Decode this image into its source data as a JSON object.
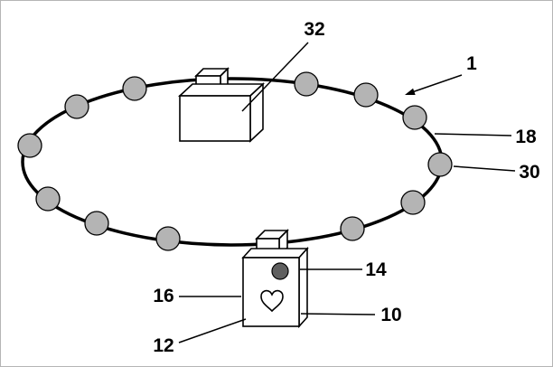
{
  "figure": {
    "labels": {
      "l32": "32",
      "l1": "1",
      "l18": "18",
      "l30": "30",
      "l14": "14",
      "l16": "16",
      "l10": "10",
      "l12": "12"
    },
    "colors": {
      "line": "#000000",
      "bead_fill": "#b4b4b4",
      "dot_fill": "#5f5f5f",
      "face_fill": "#ffffff",
      "background": "#ffffff"
    }
  }
}
